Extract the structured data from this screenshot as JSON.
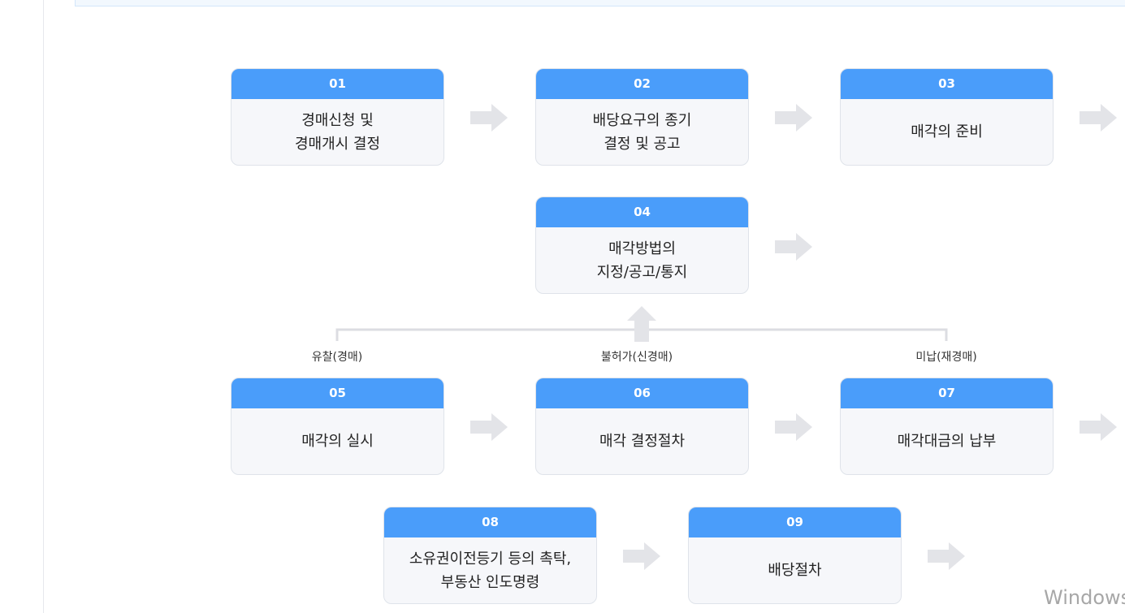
{
  "steps": [
    {
      "num": "01",
      "text": "경매신청 및\n경매개시 결정"
    },
    {
      "num": "02",
      "text": "배당요구의 종기\n결정 및 공고"
    },
    {
      "num": "03",
      "text": "매각의 준비"
    },
    {
      "num": "04",
      "text": "매각방법의\n지정/공고/통지"
    },
    {
      "num": "05",
      "text": "매각의 실시"
    },
    {
      "num": "06",
      "text": "매각 결정절차"
    },
    {
      "num": "07",
      "text": "매각대금의 납부"
    },
    {
      "num": "08",
      "text": "소유권이전등기 등의 촉탁,\n부동산 인도명령"
    },
    {
      "num": "09",
      "text": "배당절차"
    }
  ],
  "branches": {
    "left": "유찰(경매)",
    "center": "불허가(신경매)",
    "right": "미납(재경매)"
  },
  "watermark": "Windows",
  "colors": {
    "header": "#4a9dfa",
    "card_bg": "#f6f7fa",
    "arrow": "#e3e4e8",
    "branch_line": "#dcdde2"
  }
}
